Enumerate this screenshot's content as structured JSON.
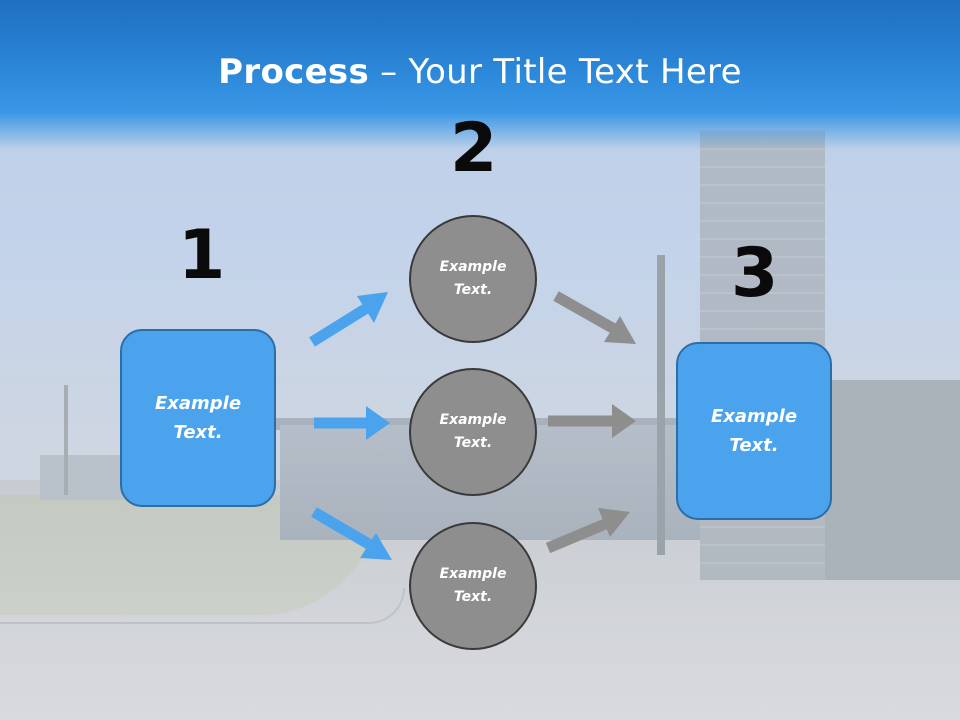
{
  "title": {
    "bold": "Process",
    "rest": " – Your Title Text Here"
  },
  "steps": {
    "one": "1",
    "two": "2",
    "three": "3"
  },
  "boxes": {
    "left": {
      "line1": "Example",
      "line2": "Text."
    },
    "right": {
      "line1": "Example",
      "line2": "Text."
    }
  },
  "circles": [
    {
      "line1": "Example",
      "line2": "Text."
    },
    {
      "line1": "Example",
      "line2": "Text."
    },
    {
      "line1": "Example",
      "line2": "Text."
    }
  ],
  "colors": {
    "blue_arrow": "#4aa3ec",
    "gray_arrow": "#8e8e8e",
    "box_fill": "#4aa3ec",
    "circle_fill": "#8e8e8e",
    "title_band": "#2b86d8"
  }
}
